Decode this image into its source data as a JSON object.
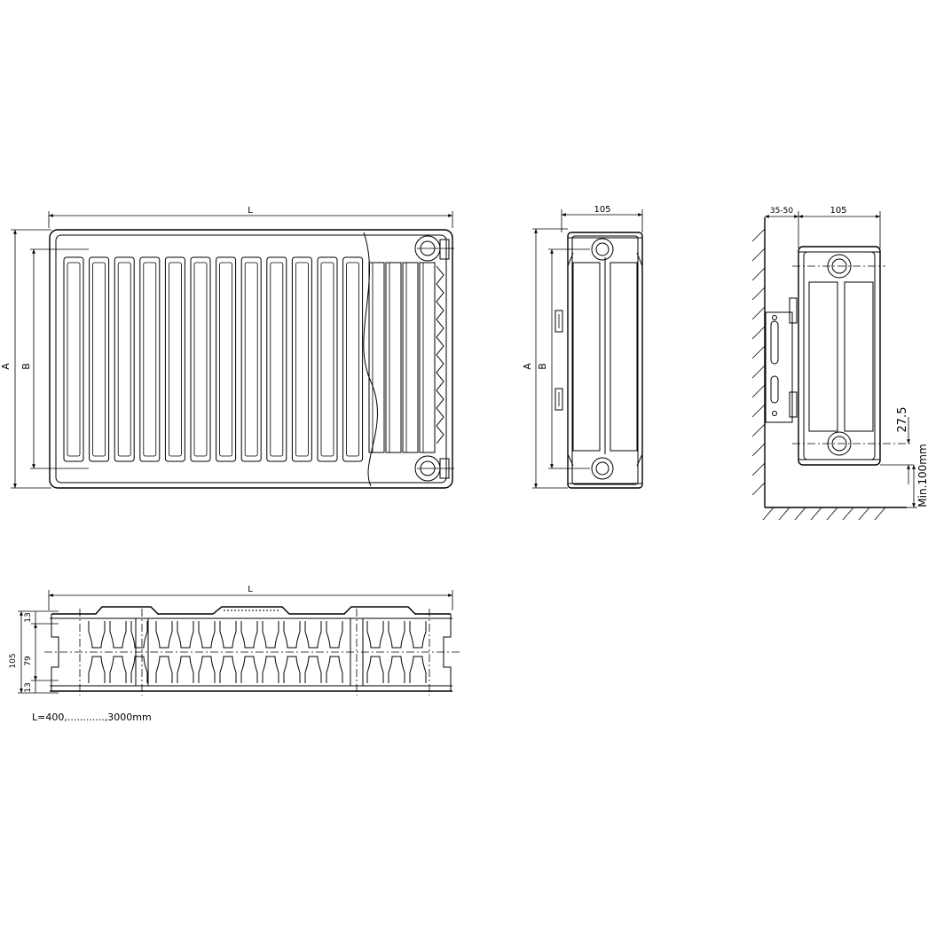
{
  "front_view": {
    "dim_length": "L",
    "dim_height_a": "A",
    "dim_height_b": "B"
  },
  "side_view": {
    "dim_depth": "105",
    "dim_height_a": "A",
    "dim_height_b": "B"
  },
  "wall_view": {
    "dim_gap": "35-50",
    "dim_depth": "105",
    "dim_pipe_offset": "27.5",
    "dim_floor_clearance": "Min.100mm"
  },
  "top_view": {
    "dim_length": "L",
    "dim_total_depth": "105",
    "dim_top_flange": "13",
    "dim_core": "79",
    "dim_bottom_flange": "13",
    "length_range_note": "L=400,............,3000mm"
  }
}
